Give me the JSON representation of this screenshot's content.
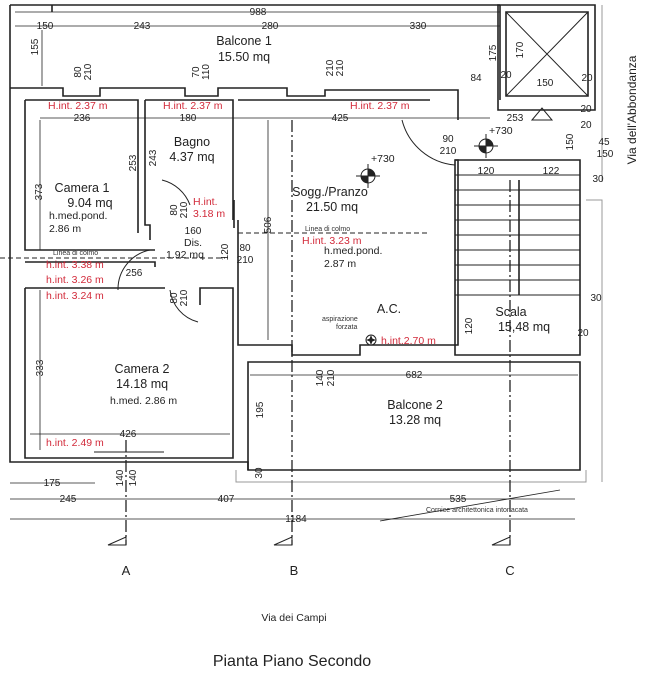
{
  "title": "Pianta Piano Secondo",
  "streets": {
    "bottom": "Via dei Campi",
    "right": "Via dell'Abbondanza"
  },
  "axes": [
    "A",
    "B",
    "C"
  ],
  "rooms": {
    "balcone1": {
      "name": "Balcone 1",
      "area": "15.50 mq"
    },
    "camera1": {
      "name": "Camera 1",
      "area": "9.04 mq",
      "hmed_label": "h.med.pond.",
      "hmed": "2.86 m"
    },
    "bagno": {
      "name": "Bagno",
      "area": "4.37 mq"
    },
    "soggiorno": {
      "name": "Sogg./Pranzo",
      "area": "21.50 mq",
      "hmed_label": "h.med.pond.",
      "hmed": "2.87 m"
    },
    "dis": {
      "name": "Dis.",
      "area": "1.92 mq"
    },
    "camera2": {
      "name": "Camera 2",
      "area": "14.18 mq",
      "hmed": "h.med. 2.86 m"
    },
    "balcone2": {
      "name": "Balcone 2",
      "area": "13.28 mq"
    },
    "scala": {
      "name": "Scala",
      "area": "15,48 mq"
    },
    "ac": {
      "name": "A.C."
    }
  },
  "heights": [
    "H.int. 2.37 m",
    "H.int. 2.37 m",
    "H.int. 2.37 m",
    "H.int.",
    "3.18 m",
    "H.int. 3.23 m",
    "h.int. 3.38 m",
    "h.int. 3.26 m",
    "h.int. 3.24 m",
    "h.int.2.70 m",
    "h.int. 2.49 m"
  ],
  "annotations": {
    "ridge_line": "Linea di colmo",
    "aspiration_1": "aspirazione",
    "aspiration_2": "forzata",
    "level_1": "+730",
    "level_2": "+730",
    "cornice": "Cornice architettonica intonacata"
  },
  "dims": [
    "988",
    "150",
    "243",
    "280",
    "330",
    "155",
    "80",
    "210",
    "70",
    "110",
    "210",
    "210",
    "175",
    "170",
    "84",
    "20",
    "150",
    "20",
    "20",
    "253",
    "90",
    "210",
    "150",
    "45",
    "150",
    "20",
    "120",
    "122",
    "30",
    "236",
    "180",
    "425",
    "253",
    "243",
    "373",
    "80",
    "210",
    "506",
    "160",
    "120",
    "80",
    "210",
    "256",
    "80",
    "210",
    "333",
    "426",
    "140",
    "210",
    "682",
    "195",
    "30",
    "120",
    "30",
    "20",
    "175",
    "245",
    "407",
    "535",
    "1184",
    "140",
    "140"
  ]
}
